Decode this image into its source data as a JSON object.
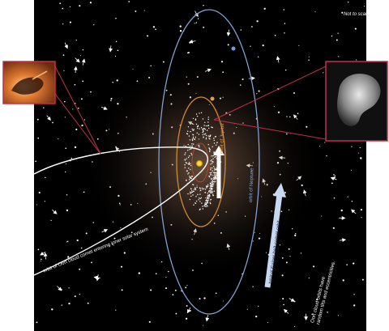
{
  "diagram": {
    "scale_note": "Not to scale",
    "labels": {
      "orbit_of_jupiter": "orbit of Jupiter",
      "orbit_of_neptune": "orbit of Neptune",
      "main_asteroid_belt": "main asteroid belt",
      "oort_comet_orbit": "orbit of Oort cloud comet entering inner solar system",
      "kuiper_belt_orbit": "typical Kuiper belt comet orbit",
      "oort_cloud_note_line1": "Oort cloud orbits have",
      "oort_cloud_note_line2": "random tilts and eccentricities."
    },
    "colors": {
      "background": "#000000",
      "neptune_orbit": "#7fa0d0",
      "jupiter_orbit": "#d08a30",
      "comet_orbit": "#ffffff",
      "callout_lines": "#c0304a",
      "sun": "#ffd21a"
    },
    "insets": [
      "comet-nucleus-photo",
      "asteroid-photo"
    ]
  }
}
